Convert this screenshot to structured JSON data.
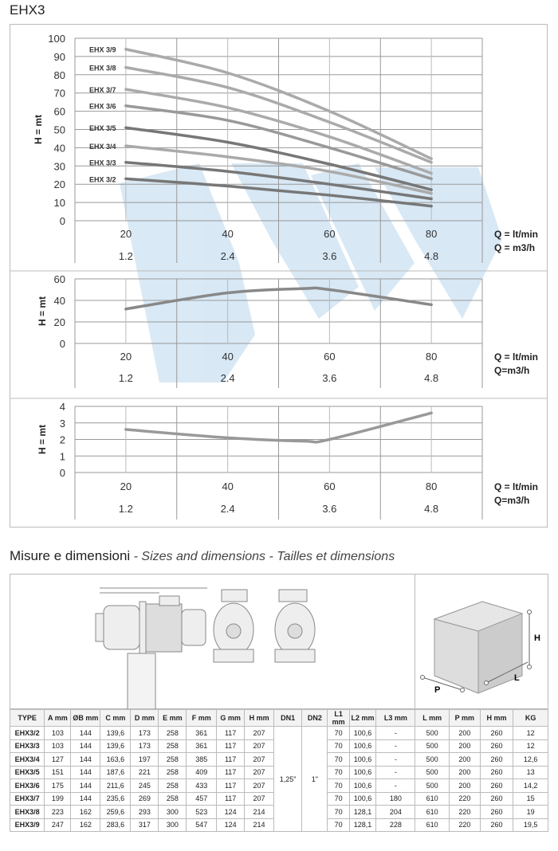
{
  "title": "EHX3",
  "chart_data": [
    {
      "type": "line",
      "ylabel": "H = mt",
      "ylim": [
        0,
        100
      ],
      "yticks": [
        0,
        10,
        20,
        30,
        40,
        50,
        60,
        70,
        80,
        90,
        100
      ],
      "xlim": [
        10,
        90
      ],
      "xticks": [
        "20",
        "40",
        "60",
        "80"
      ],
      "xticks_m3h": [
        "1.2",
        "2.4",
        "3.6",
        "4.8"
      ],
      "xlabel": "Q = lt/min",
      "xlabel2": "Q = m3/h",
      "series": [
        {
          "name": "EHX 3/9",
          "x": [
            20,
            40,
            60,
            80
          ],
          "values": [
            94,
            81,
            60,
            34
          ],
          "color": "#aaaaaa"
        },
        {
          "name": "EHX 3/8",
          "x": [
            20,
            40,
            60,
            80
          ],
          "values": [
            84,
            73,
            54,
            32
          ],
          "color": "#aaaaaa"
        },
        {
          "name": "EHX 3/7",
          "x": [
            20,
            40,
            60,
            80
          ],
          "values": [
            72,
            62,
            46,
            26
          ],
          "color": "#aaaaaa"
        },
        {
          "name": "EHX 3/6",
          "x": [
            20,
            40,
            60,
            80
          ],
          "values": [
            63,
            55,
            40,
            23
          ],
          "color": "#999999"
        },
        {
          "name": "EHX 3/5",
          "x": [
            20,
            40,
            60,
            80
          ],
          "values": [
            51,
            43,
            31,
            17
          ],
          "color": "#777777"
        },
        {
          "name": "EHX 3/4",
          "x": [
            20,
            40,
            60,
            80
          ],
          "values": [
            41,
            35,
            27,
            15
          ],
          "color": "#aaaaaa"
        },
        {
          "name": "EHX 3/3",
          "x": [
            20,
            40,
            60,
            80
          ],
          "values": [
            32,
            27,
            20,
            12
          ],
          "color": "#777777"
        },
        {
          "name": "EHX 3/2",
          "x": [
            20,
            40,
            60,
            80
          ],
          "values": [
            23,
            19,
            14,
            8
          ],
          "color": "#777777"
        }
      ]
    },
    {
      "type": "line",
      "ylabel": "H = mt",
      "ylim": [
        0,
        60
      ],
      "yticks": [
        0,
        20,
        40,
        60
      ],
      "xlim": [
        10,
        90
      ],
      "xticks": [
        "20",
        "40",
        "60",
        "80"
      ],
      "xticks_m3h": [
        "1.2",
        "2.4",
        "3.6",
        "4.8"
      ],
      "xlabel": "Q = lt/min",
      "xlabel2": "Q=m3/h",
      "series": [
        {
          "name": "",
          "x": [
            20,
            40,
            55,
            60,
            80
          ],
          "values": [
            32,
            47,
            51,
            50,
            36
          ],
          "color": "#888888"
        }
      ]
    },
    {
      "type": "line",
      "ylabel": "H = mt",
      "ylim": [
        0,
        4
      ],
      "yticks": [
        0,
        1,
        2,
        3,
        4
      ],
      "xlim": [
        10,
        90
      ],
      "xticks": [
        "20",
        "40",
        "60",
        "80"
      ],
      "xticks_m3h": [
        "1.2",
        "2.4",
        "3.6",
        "4.8"
      ],
      "xlabel": "Q = lt/min",
      "xlabel2": "Q=m3/h",
      "series": [
        {
          "name": "",
          "x": [
            20,
            40,
            55,
            60,
            80
          ],
          "values": [
            2.6,
            2.1,
            1.9,
            2.0,
            3.6
          ],
          "color": "#999999"
        }
      ]
    }
  ],
  "section": {
    "title": "Misure e dimensioni",
    "subtitle": " - Sizes and dimensions - Tailles et dimensions"
  },
  "box_labels": {
    "h": "H",
    "l": "L",
    "p": "P"
  },
  "table": {
    "headers": [
      "TYPE",
      "A mm",
      "ØB mm",
      "C mm",
      "D mm",
      "E mm",
      "F mm",
      "G mm",
      "H mm",
      "DN1",
      "DN2",
      "L1 mm",
      "L2 mm",
      "L3 mm",
      "L mm",
      "P mm",
      "H mm",
      "KG"
    ],
    "dn1": "1,25\"",
    "dn2": "1\"",
    "rows": [
      [
        "EHX3/2",
        "103",
        "144",
        "139,6",
        "173",
        "258",
        "361",
        "117",
        "207",
        "70",
        "100,6",
        "-",
        "500",
        "200",
        "260",
        "12"
      ],
      [
        "EHX3/3",
        "103",
        "144",
        "139,6",
        "173",
        "258",
        "361",
        "117",
        "207",
        "70",
        "100,6",
        "-",
        "500",
        "200",
        "260",
        "12"
      ],
      [
        "EHX3/4",
        "127",
        "144",
        "163,6",
        "197",
        "258",
        "385",
        "117",
        "207",
        "70",
        "100,6",
        "-",
        "500",
        "200",
        "260",
        "12,6"
      ],
      [
        "EHX3/5",
        "151",
        "144",
        "187,6",
        "221",
        "258",
        "409",
        "117",
        "207",
        "70",
        "100,6",
        "-",
        "500",
        "200",
        "260",
        "13"
      ],
      [
        "EHX3/6",
        "175",
        "144",
        "211,6",
        "245",
        "258",
        "433",
        "117",
        "207",
        "70",
        "100,6",
        "-",
        "500",
        "200",
        "260",
        "14,2"
      ],
      [
        "EHX3/7",
        "199",
        "144",
        "235,6",
        "269",
        "258",
        "457",
        "117",
        "207",
        "70",
        "100,6",
        "180",
        "610",
        "220",
        "260",
        "15"
      ],
      [
        "EHX3/8",
        "223",
        "162",
        "259,6",
        "293",
        "300",
        "523",
        "124",
        "214",
        "70",
        "128,1",
        "204",
        "610",
        "220",
        "260",
        "19"
      ],
      [
        "EHX3/9",
        "247",
        "162",
        "283,6",
        "317",
        "300",
        "547",
        "124",
        "214",
        "70",
        "128,1",
        "228",
        "610",
        "220",
        "260",
        "19,5"
      ]
    ]
  }
}
